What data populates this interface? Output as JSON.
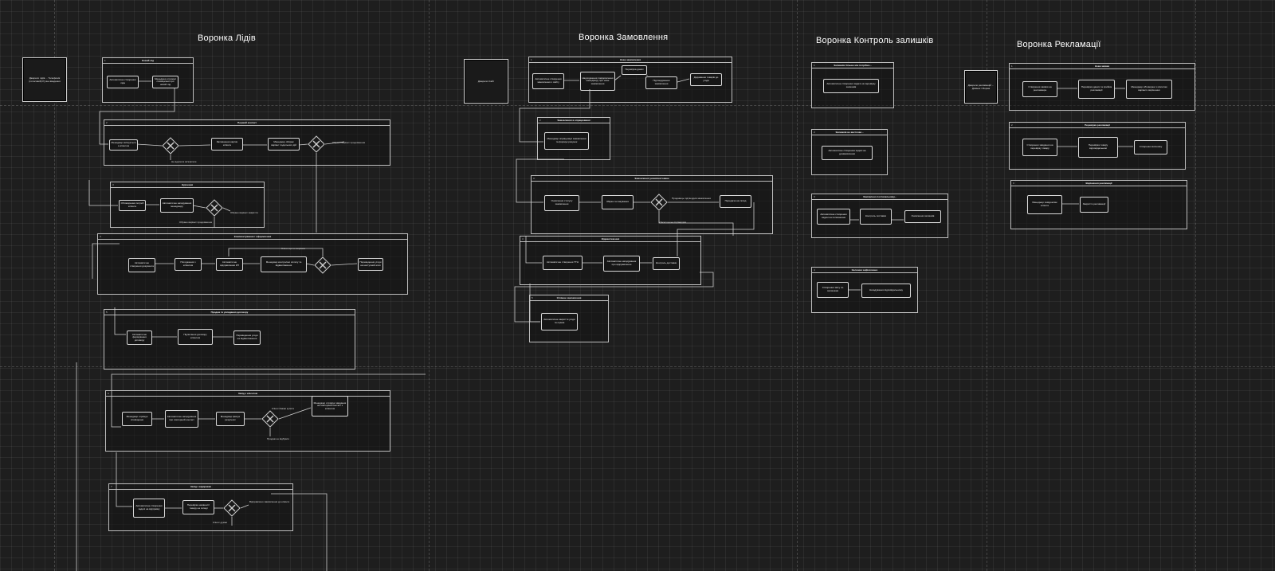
{
  "columns": {
    "leads": "Воронка Лідів",
    "orders": "Воронка Замовлення",
    "stock": "Воронка Контроль залишків",
    "claims": "Воронка Рекламації"
  },
  "notes": {
    "leads": "Джерело лідів ... Телефонія (голосовий) Ручне введення",
    "orders": "Джерело Сайт",
    "claims": "Джерело рекламацій ... Дзвінок / Форма"
  },
  "pools": {
    "l1": "Новий лід",
    "l2": "Перший контакт",
    "l3": "Нурчення",
    "l4": "Комплектування / оформлення",
    "l5": "Продаж та укладання договору",
    "l6": "Захід з клієнтом",
    "l7": "Захід з відправки",
    "o1": "Нове замовлення",
    "o2": "Замовлення в опрацюванні",
    "o3": "Замовлення укомплектоване",
    "o4": "Відвантаження",
    "o5": "Успішне замовлення",
    "s1": "Залишків більше ніж потрібно...",
    "s2": "Залишків не вистачає...",
    "s3": "Замовлено постачальнику...",
    "s4": "Залишки зафіксовано",
    "c1": "Нова заявка",
    "c2": "Перевірка рекламації",
    "c3": "Вирішення рекламації"
  },
  "tasks": {
    "l1a": "Автоматичне створення ліда",
    "l1b": "Менеджер отримує сповіщення про новий лід",
    "l2a": "Менеджер зв'язується з клієнтом",
    "l2b": "Заповнення картки клієнта",
    "l2c": "Менеджер обирає варіант подальших дій",
    "l3a": "Обговорення потреб клієнта",
    "l3b": "Автоматичне нагадування менеджеру",
    "l4a": "Автоматичне створення документа",
    "l4b": "Погодження з клієнтом",
    "l4c": "Автоматичне відправлення КП",
    "l4d": "Менеджер контролює оплату та відвантаження",
    "l4e": "Переведення угоди на наступний етап",
    "l5a": "Автоматичне формування договору",
    "l5b": "Підписання договору клієнтом",
    "l5c": "Переведення угоди на відвантаження",
    "l6a": "Менеджер отримує сповіщення",
    "l6b": "Автоматичне нагадування про повторний контакт",
    "l6c": "Менеджер фіксує результат",
    "l6d": "Менеджер отримує завдання на повторний контакт з клієнтом",
    "l7a": "Автоматичне створення задачі на відправку",
    "l7b": "Перевірка наявності товару на складі",
    "o1a": "Автоматичне створення замовлення з сайту",
    "o1b": "Надходження повідомлення менеджеру про нове замовлення",
    "o1c": "Перевірка даних",
    "o1d": "Підтвердження замовлення",
    "o1e": "Додавання товарів до угоди",
    "o2a": "Менеджер опрацьовує замовлення та формує рахунок",
    "o3a": "Оновлення статусу замовлення",
    "o3b": "Збірка та пакування",
    "o3c": "Передача на склад",
    "o4a": "Автоматичне створення ТТН",
    "o4b": "Автоматичне нагадування про відправлення",
    "o4c": "Контроль доставки",
    "o5a": "Автоматичне закриття угоди та оцінка",
    "s1a": "Автоматичне створення задачі на перевірку залишків",
    "s2a": "Автоматичне створення задачі на дозамовлення",
    "s3a": "Автоматичне створення задачі на поповнення",
    "s3b": "Контроль поставки",
    "s3c": "Оновлення залишків",
    "s4a": "Створення звіту по залишкам",
    "s4b": "Нагадування відповідальному",
    "c1a": "Створення заявки на рекламацію",
    "c1b": "Перевірка даних та прийом рекламації",
    "c1c": "Менеджер обговорює з клієнтом варіанти вирішення",
    "c2a": "Створення завдання на перевірку товару",
    "c2b": "Перевірка товару відповідальним",
    "c2c": "Створення висновку",
    "c3a": "Менеджер повідомляє клієнта",
    "c3b": "Закриття рекламації"
  },
  "labels": {
    "l2no": "Не вдалося зв'язатися",
    "l2yes": "Обрано варіант продовження",
    "l3x": "Обрано варіант закриття",
    "l3y": "Обрано варіант продовження",
    "l4x": "Клієнт ще не вирішив",
    "l6x": "Клієнт бажає купити",
    "l6y": "Продаж не відбувся",
    "l7x": "Відправлено замовлення до клієнта",
    "l7y": "Клієнт думає",
    "o3x": "Продавець підтвердив замовлення",
    "o3y": "Клієнт ще не підтвердив"
  }
}
